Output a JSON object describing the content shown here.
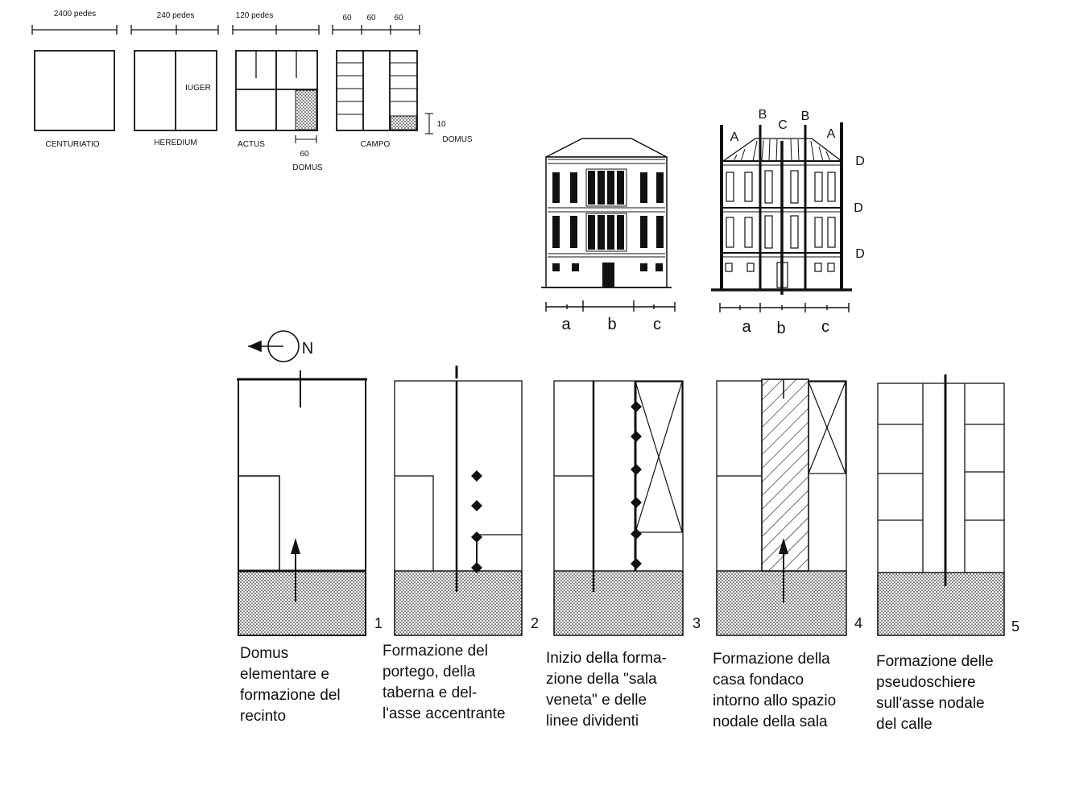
{
  "division": {
    "scales": [
      "2400 pedes",
      "240 pedes",
      "120 pedes",
      "60",
      "60",
      "60"
    ],
    "plots": [
      "CENTURIATIO",
      "HEREDIUM",
      "ACTUS",
      "CAMPO"
    ],
    "iuger": "IUGER",
    "actus_dim": "60",
    "actus_unit": "DOMUS",
    "campo_dim": "10",
    "campo_unit": "DOMUS"
  },
  "facades": {
    "bay_labels": [
      "a",
      "b",
      "c"
    ],
    "module_labels": [
      "A",
      "B",
      "C",
      "B",
      "A"
    ],
    "floor_labels": [
      "D",
      "D",
      "D"
    ]
  },
  "north_label": "N",
  "stages": [
    {
      "number": "1",
      "caption": [
        "Domus",
        "elementare e",
        "formazione del",
        "recinto"
      ]
    },
    {
      "number": "2",
      "caption": [
        "Formazione del",
        "portego, della",
        "taberna e del-",
        "l'asse accentrante"
      ]
    },
    {
      "number": "3",
      "caption": [
        "Inizio della forma-",
        "zione della \"sala",
        "veneta\" e delle",
        "linee dividenti"
      ]
    },
    {
      "number": "4",
      "caption": [
        "Formazione della",
        "casa fondaco",
        "intorno allo spazio",
        "nodale della sala"
      ]
    },
    {
      "number": "5",
      "caption": [
        "Formazione delle",
        "pseudoschiere",
        "sull'asse nodale",
        "del calle"
      ]
    }
  ]
}
